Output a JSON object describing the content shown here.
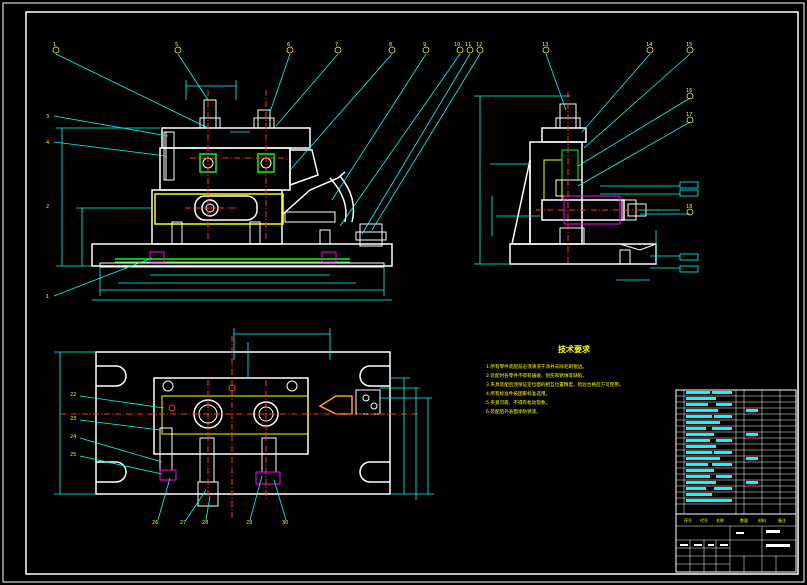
{
  "drawing": {
    "notes_title": "技术要求",
    "notes": [
      "1.所有零件装配前必须清洗干净并去除毛刺锐边。",
      "2.装配时各零件不得有磕碰、划伤和锈蚀等缺陷。",
      "3.夹具装配后须保证定位面的相互位置精度，检验合格后方可使用。",
      "4.所有标准件按国家标准选用。",
      "5.夹紧可靠，不得有松动现象。",
      "6.装配后外表面涂防锈漆。"
    ],
    "balloons_top": [
      "1",
      "5",
      "6",
      "7",
      "8",
      "9",
      "10",
      "11",
      "12"
    ],
    "balloons_side": [
      "13",
      "14",
      "15",
      "16",
      "17",
      "18"
    ],
    "balloons_left": [
      "3",
      "4",
      "2",
      "1"
    ],
    "balloons_plan_left": [
      "22",
      "23",
      "24",
      "25"
    ],
    "balloons_plan_bottom": [
      "26",
      "27",
      "28",
      "29",
      "30"
    ],
    "title_block_cells": [
      "序号",
      "代号",
      "名称",
      "数量",
      "材料",
      "备注"
    ],
    "colors": {
      "background": "#000000",
      "frame": "#ffffff",
      "outline": "#ffffff",
      "dimension": "#00ffff",
      "section": "#ffff00",
      "highlight": "#00ff00",
      "center": "#ff3333",
      "hatch": "#ff00ff"
    }
  }
}
